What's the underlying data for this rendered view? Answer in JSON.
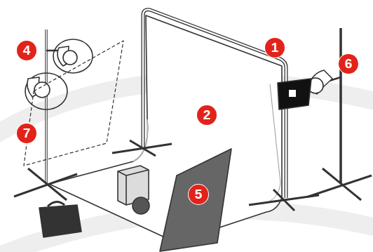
{
  "diagram": {
    "labels": [
      "1",
      "2",
      "4",
      "5",
      "6",
      "7"
    ]
  }
}
